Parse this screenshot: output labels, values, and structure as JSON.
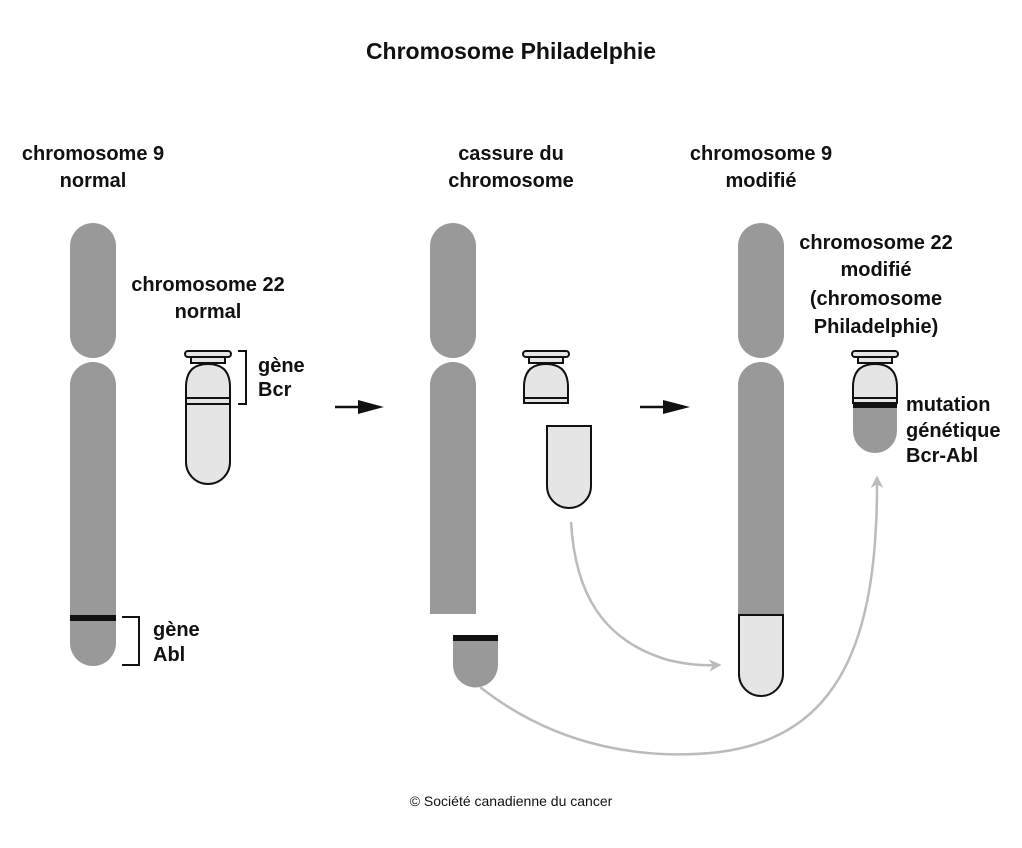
{
  "title": "Chromosome Philadelphie",
  "labels": {
    "chr9_normal": [
      "chromosome 9",
      "normal"
    ],
    "chr22_normal": [
      "chromosome 22",
      "normal"
    ],
    "gene_bcr": [
      "gène",
      "Bcr"
    ],
    "gene_abl": [
      "gène",
      "Abl"
    ],
    "breakage": [
      "cassure du",
      "chromosome"
    ],
    "chr9_modified": [
      "chromosome 9",
      "modifié"
    ],
    "chr22_modified": [
      "chromosome 22",
      "modifié",
      "(chromosome",
      "Philadelphie)"
    ],
    "mutation": [
      "mutation",
      "génétique",
      "Bcr-Abl"
    ]
  },
  "copyright": "© Société canadienne du cancer",
  "colors": {
    "chromosome_9": "#999999",
    "chromosome_22": "#e5e5e5",
    "outline": "#111111",
    "gene_band": "#111111",
    "translocation_arrow": "#bbbbbb"
  }
}
